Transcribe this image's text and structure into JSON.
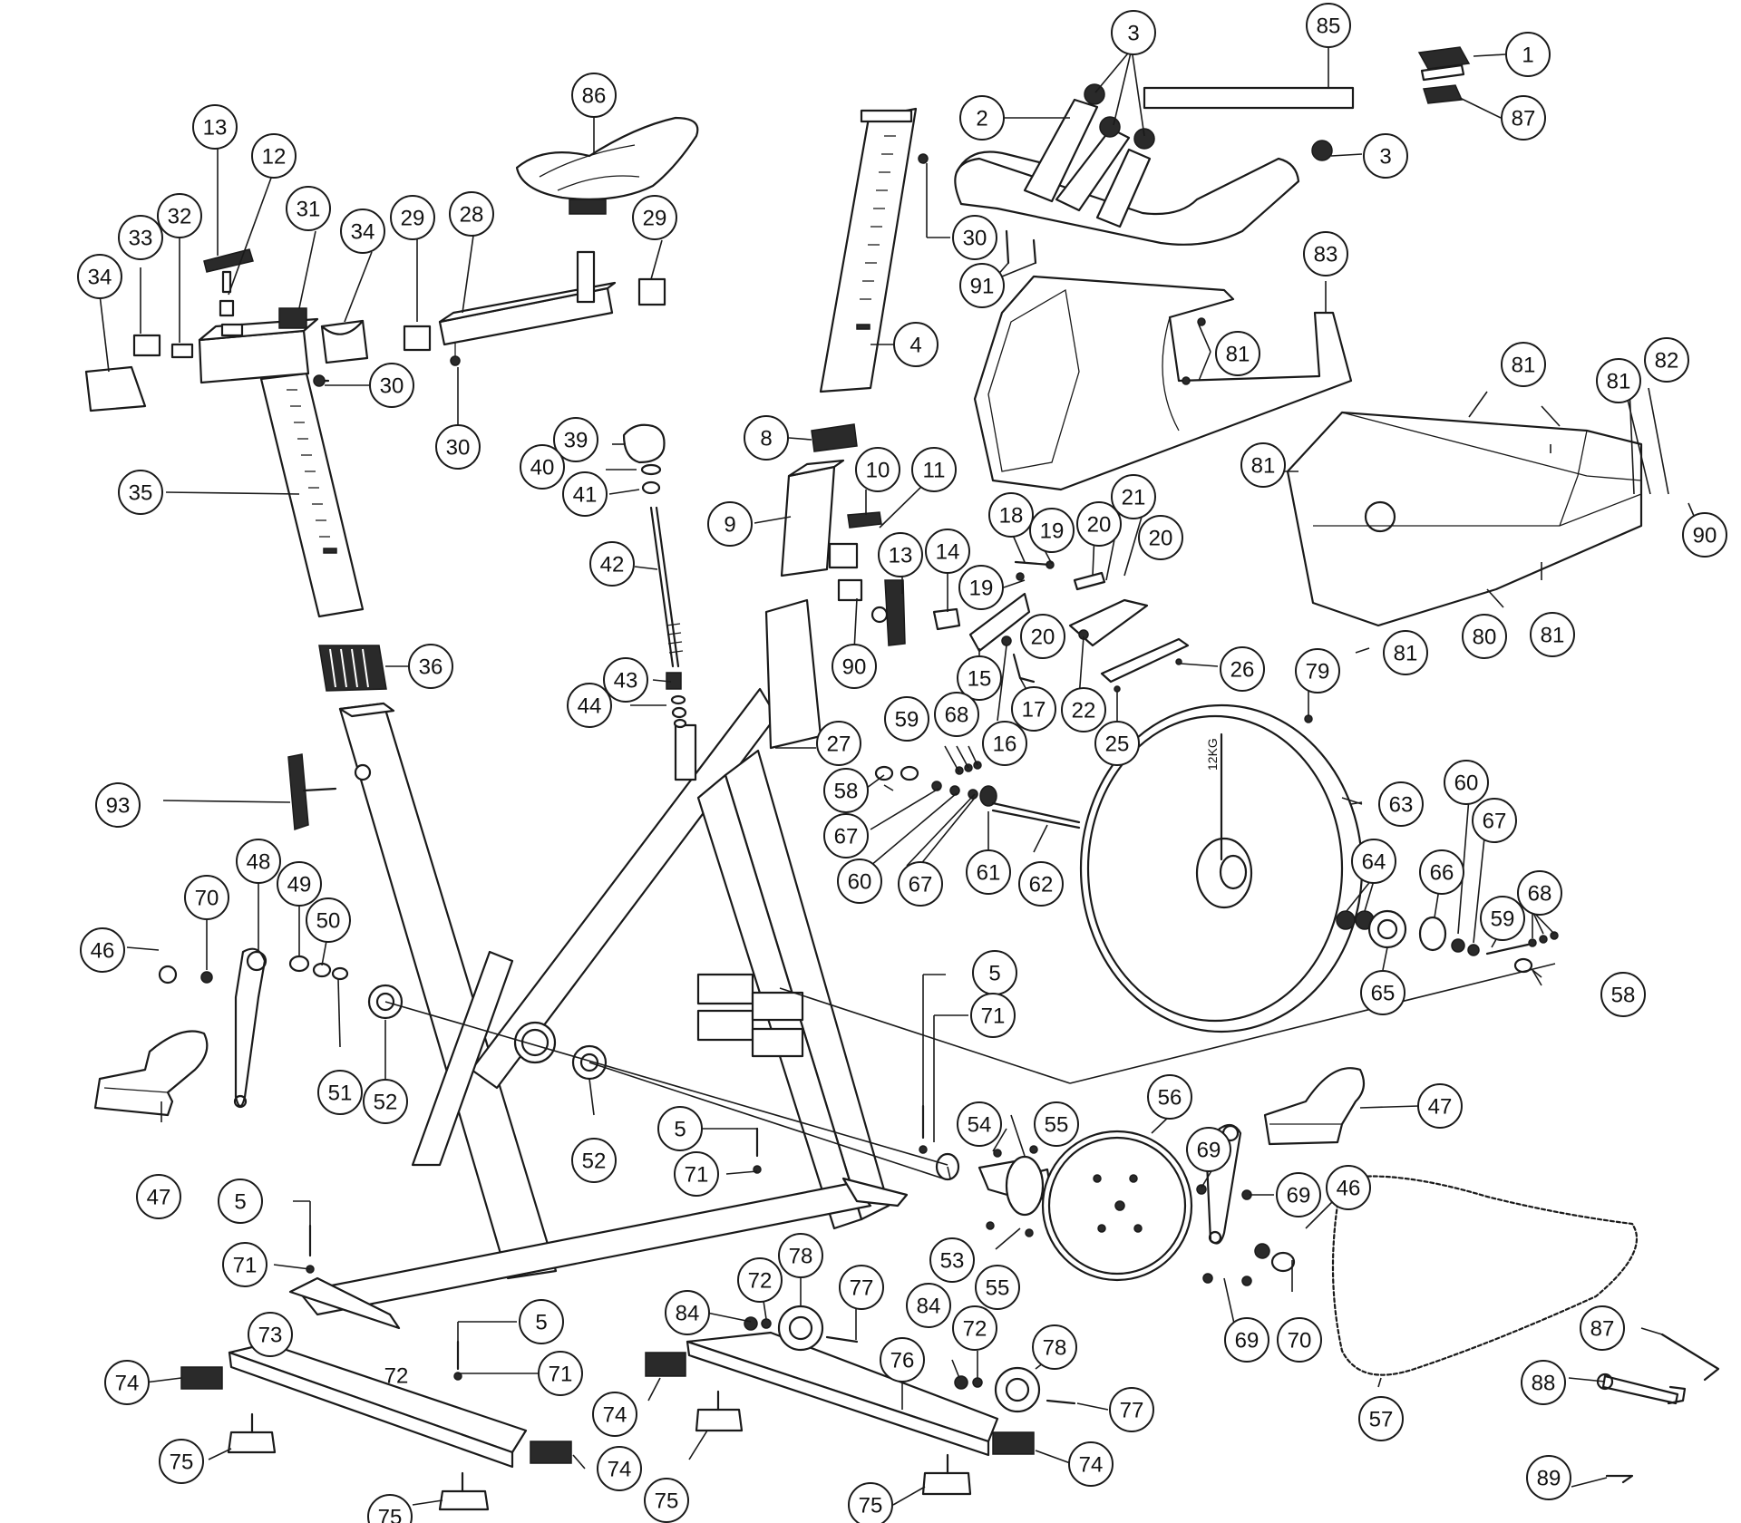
{
  "diagram": {
    "type": "exploded-parts-diagram",
    "subject": "stationary spin bike",
    "flywheel_weight_marking": "12KG",
    "frame_label": "72",
    "callouts": [
      {
        "id": "c1",
        "label": "1"
      },
      {
        "id": "c87a",
        "label": "87"
      },
      {
        "id": "c85",
        "label": "85"
      },
      {
        "id": "c3a",
        "label": "3"
      },
      {
        "id": "c3b",
        "label": "3"
      },
      {
        "id": "c2",
        "label": "2"
      },
      {
        "id": "c30a",
        "label": "30"
      },
      {
        "id": "c91",
        "label": "91"
      },
      {
        "id": "c83",
        "label": "83"
      },
      {
        "id": "c81a",
        "label": "81"
      },
      {
        "id": "c4",
        "label": "4"
      },
      {
        "id": "c86",
        "label": "86"
      },
      {
        "id": "c13a",
        "label": "13"
      },
      {
        "id": "c12",
        "label": "12"
      },
      {
        "id": "c31",
        "label": "31"
      },
      {
        "id": "c34a",
        "label": "34"
      },
      {
        "id": "c29a",
        "label": "29"
      },
      {
        "id": "c28",
        "label": "28"
      },
      {
        "id": "c29b",
        "label": "29"
      },
      {
        "id": "c33",
        "label": "33"
      },
      {
        "id": "c32",
        "label": "32"
      },
      {
        "id": "c34b",
        "label": "34"
      },
      {
        "id": "c30b",
        "label": "30"
      },
      {
        "id": "c30c",
        "label": "30"
      },
      {
        "id": "c35",
        "label": "35"
      },
      {
        "id": "c36",
        "label": "36"
      },
      {
        "id": "c39",
        "label": "39"
      },
      {
        "id": "c40",
        "label": "40"
      },
      {
        "id": "c41",
        "label": "41"
      },
      {
        "id": "c42",
        "label": "42"
      },
      {
        "id": "c43",
        "label": "43"
      },
      {
        "id": "c44",
        "label": "44"
      },
      {
        "id": "c8",
        "label": "8"
      },
      {
        "id": "c9",
        "label": "9"
      },
      {
        "id": "c10",
        "label": "10"
      },
      {
        "id": "c11",
        "label": "11"
      },
      {
        "id": "c13b",
        "label": "13"
      },
      {
        "id": "c14",
        "label": "14"
      },
      {
        "id": "c90a",
        "label": "90"
      },
      {
        "id": "c27",
        "label": "27"
      },
      {
        "id": "c18",
        "label": "18"
      },
      {
        "id": "c19a",
        "label": "19"
      },
      {
        "id": "c20a",
        "label": "20"
      },
      {
        "id": "c21",
        "label": "21"
      },
      {
        "id": "c20b",
        "label": "20"
      },
      {
        "id": "c19b",
        "label": "19"
      },
      {
        "id": "c20c",
        "label": "20"
      },
      {
        "id": "c15",
        "label": "15"
      },
      {
        "id": "c16",
        "label": "16"
      },
      {
        "id": "c17",
        "label": "17"
      },
      {
        "id": "c22",
        "label": "22"
      },
      {
        "id": "c25",
        "label": "25"
      },
      {
        "id": "c26",
        "label": "26"
      },
      {
        "id": "c79",
        "label": "79"
      },
      {
        "id": "c81b",
        "label": "81"
      },
      {
        "id": "c81c",
        "label": "81"
      },
      {
        "id": "c82",
        "label": "82"
      },
      {
        "id": "c81d",
        "label": "81"
      },
      {
        "id": "c90b",
        "label": "90"
      },
      {
        "id": "c80",
        "label": "80"
      },
      {
        "id": "c81e",
        "label": "81"
      },
      {
        "id": "c81f",
        "label": "81"
      },
      {
        "id": "c93",
        "label": "93"
      },
      {
        "id": "c59a",
        "label": "59"
      },
      {
        "id": "c68a",
        "label": "68"
      },
      {
        "id": "c58a",
        "label": "58"
      },
      {
        "id": "c67a",
        "label": "67"
      },
      {
        "id": "c60a",
        "label": "60"
      },
      {
        "id": "c67b",
        "label": "67"
      },
      {
        "id": "c61",
        "label": "61"
      },
      {
        "id": "c62",
        "label": "62"
      },
      {
        "id": "c63",
        "label": "63"
      },
      {
        "id": "c60b",
        "label": "60"
      },
      {
        "id": "c67c",
        "label": "67"
      },
      {
        "id": "c64",
        "label": "64"
      },
      {
        "id": "c66",
        "label": "66"
      },
      {
        "id": "c68b",
        "label": "68"
      },
      {
        "id": "c59b",
        "label": "59"
      },
      {
        "id": "c65",
        "label": "65"
      },
      {
        "id": "c58b",
        "label": "58"
      },
      {
        "id": "c46a",
        "label": "46"
      },
      {
        "id": "c70a",
        "label": "70"
      },
      {
        "id": "c48",
        "label": "48"
      },
      {
        "id": "c49",
        "label": "49"
      },
      {
        "id": "c50",
        "label": "50"
      },
      {
        "id": "c51",
        "label": "51"
      },
      {
        "id": "c52a",
        "label": "52"
      },
      {
        "id": "c52b",
        "label": "52"
      },
      {
        "id": "c47a",
        "label": "47"
      },
      {
        "id": "c5a",
        "label": "5"
      },
      {
        "id": "c71a",
        "label": "71"
      },
      {
        "id": "c5b",
        "label": "5"
      },
      {
        "id": "c71b",
        "label": "71"
      },
      {
        "id": "c5c",
        "label": "5"
      },
      {
        "id": "c71c",
        "label": "71"
      },
      {
        "id": "c54",
        "label": "54"
      },
      {
        "id": "c55a",
        "label": "55"
      },
      {
        "id": "c56",
        "label": "56"
      },
      {
        "id": "c47b",
        "label": "47"
      },
      {
        "id": "c69a",
        "label": "69"
      },
      {
        "id": "c69b",
        "label": "69"
      },
      {
        "id": "c46b",
        "label": "46"
      },
      {
        "id": "c53",
        "label": "53"
      },
      {
        "id": "c55b",
        "label": "55"
      },
      {
        "id": "c69c",
        "label": "69"
      },
      {
        "id": "c70b",
        "label": "70"
      },
      {
        "id": "c5d",
        "label": "5"
      },
      {
        "id": "c71d",
        "label": "71"
      },
      {
        "id": "c73",
        "label": "73"
      },
      {
        "id": "c74a",
        "label": "74"
      },
      {
        "id": "c74b",
        "label": "74"
      },
      {
        "id": "c75a",
        "label": "75"
      },
      {
        "id": "c75b",
        "label": "75"
      },
      {
        "id": "c72a",
        "label": "72"
      },
      {
        "id": "c78a",
        "label": "78"
      },
      {
        "id": "c77a",
        "label": "77"
      },
      {
        "id": "c84a",
        "label": "84"
      },
      {
        "id": "c74c",
        "label": "74"
      },
      {
        "id": "c76",
        "label": "76"
      },
      {
        "id": "c75c",
        "label": "75"
      },
      {
        "id": "c84b",
        "label": "84"
      },
      {
        "id": "c72b",
        "label": "72"
      },
      {
        "id": "c78b",
        "label": "78"
      },
      {
        "id": "c77b",
        "label": "77"
      },
      {
        "id": "c74d",
        "label": "74"
      },
      {
        "id": "c75d",
        "label": "75"
      },
      {
        "id": "c57",
        "label": "57"
      },
      {
        "id": "c87b",
        "label": "87"
      },
      {
        "id": "c88",
        "label": "88"
      },
      {
        "id": "c89",
        "label": "89"
      }
    ]
  }
}
